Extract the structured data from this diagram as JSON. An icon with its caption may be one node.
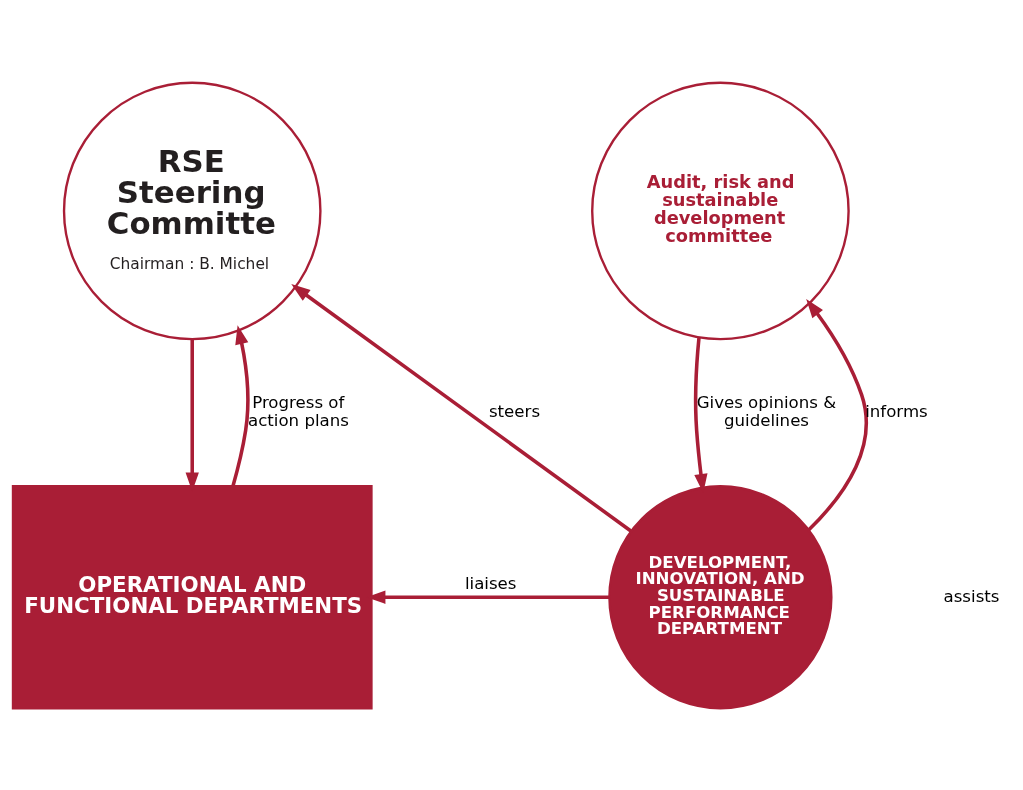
{
  "diagram": {
    "nodes": [
      {
        "text": [
          "RSE Steering Committe",
          "Chairman : B. Michel"
        ]
      },
      {
        "text": [
          "Audit, risk and sustainable development committee"
        ]
      },
      {
        "text": [
          "OPERATIONAL AND FUNCTIONAL DEPARTMENTS"
        ]
      },
      {
        "text": [
          "DEVELOPMENT, INNOVATION, AND SUSTAINABLE PERFORMANCE DEPARTMENT"
        ]
      }
    ],
    "edges": [
      {
        "from": 2,
        "to": 0,
        "arrow": "to",
        "label": "Progress of action plans"
      },
      {
        "from": 0,
        "to": 2,
        "arrow": "to"
      },
      {
        "from": 3,
        "to": 0,
        "arrow": "to",
        "label": "steers"
      },
      {
        "from": 3,
        "to": 1,
        "arrow": "to",
        "label": "informs"
      },
      {
        "from": 1,
        "to": 3,
        "arrow": "to",
        "label": "Gives opinions & guidelines"
      },
      {
        "from": 3,
        "to": 2,
        "arrow": "to",
        "label": "liaises"
      }
    ],
    "labels": [
      "assists"
    ]
  }
}
